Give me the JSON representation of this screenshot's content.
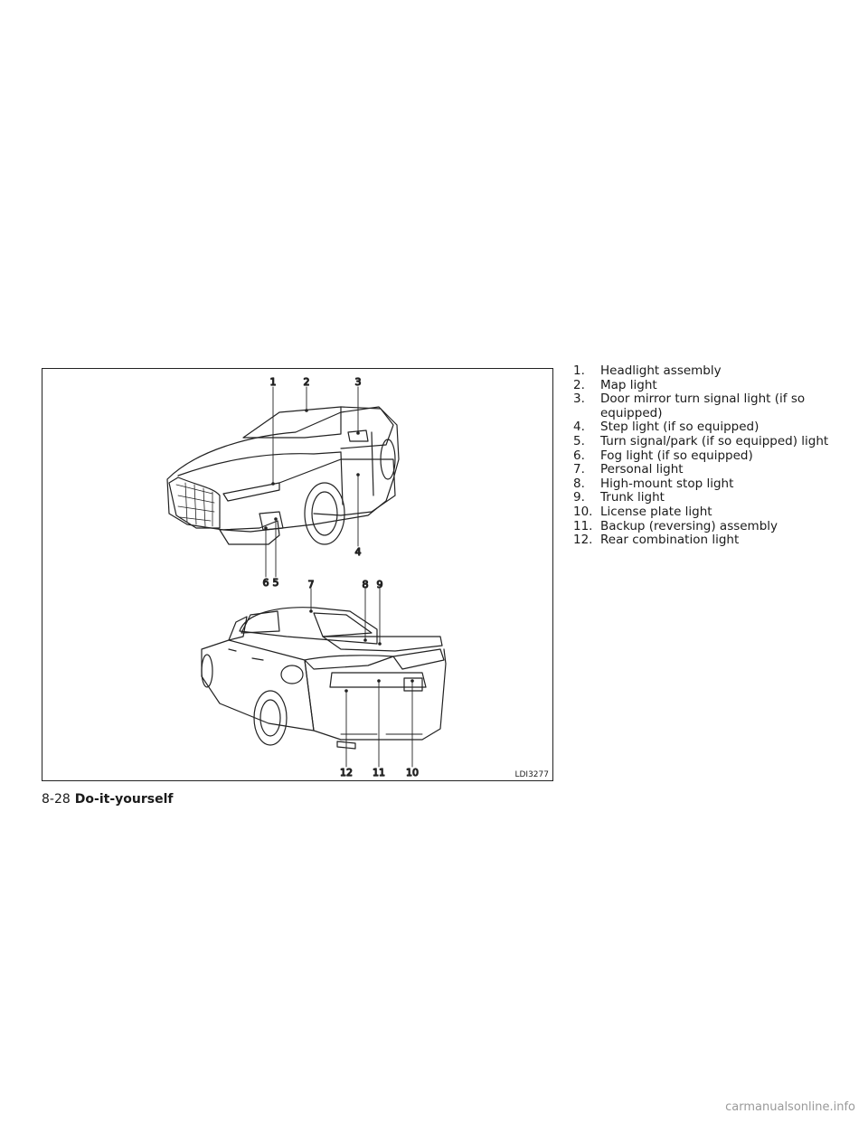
{
  "figure": {
    "code": "LDI3277",
    "callouts": [
      "1",
      "2",
      "3",
      "4",
      "5",
      "6",
      "7",
      "8",
      "9",
      "10",
      "11",
      "12"
    ]
  },
  "legend": [
    {
      "num": "1.",
      "text": "Headlight assembly"
    },
    {
      "num": "2.",
      "text": "Map light"
    },
    {
      "num": "3.",
      "text": "Door mirror turn signal light (if so equipped)"
    },
    {
      "num": "4.",
      "text": "Step light (if so equipped)"
    },
    {
      "num": "5.",
      "text": "Turn signal/park (if so equipped) light"
    },
    {
      "num": "6.",
      "text": "Fog light (if so equipped)"
    },
    {
      "num": "7.",
      "text": "Personal light"
    },
    {
      "num": "8.",
      "text": "High-mount stop light"
    },
    {
      "num": "9.",
      "text": "Trunk light"
    },
    {
      "num": "10.",
      "text": "License plate light"
    },
    {
      "num": "11.",
      "text": "Backup (reversing) assembly"
    },
    {
      "num": "12.",
      "text": "Rear combination light"
    }
  ],
  "footer": {
    "page": "8-28",
    "section": "Do-it-yourself"
  },
  "watermark": "carmanualsonline.info"
}
